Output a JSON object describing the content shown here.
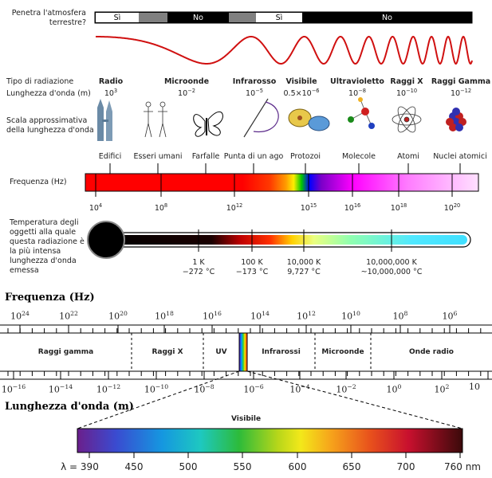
{
  "atmosphere": {
    "question": "Penetra l'atmosfera terrestre?",
    "segments": [
      "Sì",
      "No",
      "Sì",
      "No"
    ]
  },
  "radiation": {
    "type_label": "Tipo di radiazione",
    "wavelength_label": "Lunghezza d'onda (m)",
    "scale_label": "Scala approssimativa della lunghezza d'onda",
    "types": [
      {
        "name": "Radio",
        "wavelength": "10^3",
        "object": "Edifici",
        "icon": "buildings-icon"
      },
      {
        "name": "Microonde",
        "wavelength": "10^−2",
        "object": "Esseri umani",
        "icon": "humans-icon"
      },
      {
        "name": "Infrarosso",
        "wavelength": "10^−5",
        "object": "Farfalle",
        "icon": "butterfly-icon"
      },
      {
        "name": "Visibile",
        "wavelength": "0.5×10^−6",
        "object": "Punta di un ago",
        "icon": "needle-icon"
      },
      {
        "name": "Ultravioletto",
        "wavelength": "10^−8",
        "object": "Protozoi",
        "icon": "protozoa-icon"
      },
      {
        "name": "Raggi X",
        "wavelength": "10^−10",
        "object": "Molecole",
        "icon": "molecule-icon"
      },
      {
        "name": "Raggi Gamma",
        "wavelength": "10^−12",
        "object": "Atomi",
        "icon": "atom-icon"
      },
      {
        "name": "",
        "wavelength": "",
        "object": "Nuclei atomici",
        "icon": "nucleus-icon"
      }
    ]
  },
  "frequency_bar": {
    "label": "Frequenza (Hz)",
    "ticks": [
      "10^4",
      "10^8",
      "10^12",
      "10^15",
      "10^16",
      "10^18",
      "10^20"
    ]
  },
  "temperature": {
    "label": "Temperatura degli oggetti alla quale questa radiazione è la più intensa lunghezza d'onda emessa",
    "marks": [
      {
        "k": "1 K",
        "c": "−272 °C"
      },
      {
        "k": "100 K",
        "c": "−173 °C"
      },
      {
        "k": "10,000 K",
        "c": "9,727 °C"
      },
      {
        "k": "10,000,000 K",
        "c": "~10,000,000 °C"
      }
    ]
  },
  "spectrum": {
    "freq_title": "Frequenza (Hz)",
    "freq_ticks": [
      "10^24",
      "10^22",
      "10^20",
      "10^18",
      "10^16",
      "10^14",
      "10^12",
      "10^10",
      "10^8",
      "10^6"
    ],
    "bands": [
      "Raggi gamma",
      "Raggi X",
      "UV",
      "Infrarossi",
      "Microonde",
      "Onde radio"
    ],
    "wl_ticks": [
      "10^−16",
      "10^−14",
      "10^−12",
      "10^−10",
      "10^−8",
      "10^−6",
      "10^−4",
      "10^−2",
      "10^0",
      "10^2",
      "10"
    ],
    "wl_title": "Lunghezza d'onda (m)"
  },
  "visible": {
    "label": "Visibile",
    "ticks": [
      "λ = 390",
      "450",
      "500",
      "550",
      "600",
      "650",
      "700",
      "760 nm"
    ]
  }
}
